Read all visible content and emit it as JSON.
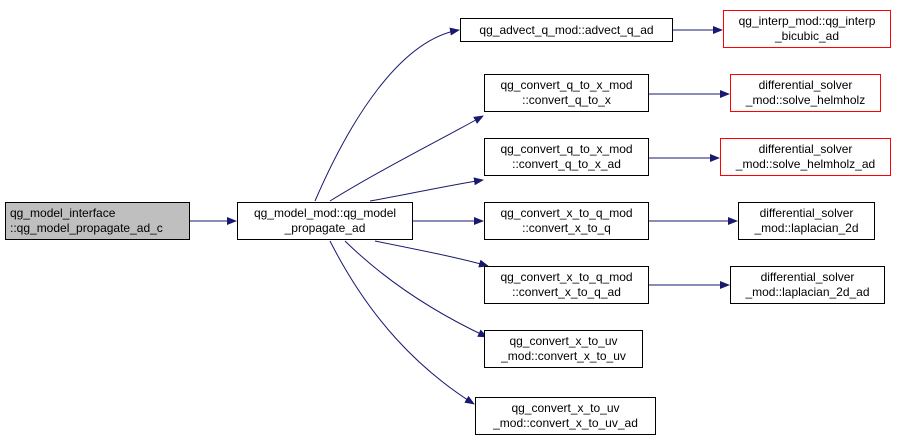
{
  "colors": {
    "edge": "#191970",
    "node_border": "#000000",
    "external_border": "#ff0000",
    "root_fill": "#bfbfbf",
    "background": "#ffffff"
  },
  "nodes": {
    "root": {
      "line1": "qg_model_interface",
      "line2": "::qg_model_propagate_ad_c"
    },
    "propagate": {
      "line1": "qg_model_mod::qg_model",
      "line2": "_propagate_ad"
    },
    "advect": {
      "line1": "qg_advect_q_mod::advect_q_ad"
    },
    "interp": {
      "line1": "qg_interp_mod::qg_interp",
      "line2": "_bicubic_ad"
    },
    "cq2x": {
      "line1": "qg_convert_q_to_x_mod",
      "line2": "::convert_q_to_x"
    },
    "helm": {
      "line1": "differential_solver",
      "line2": "_mod::solve_helmholz"
    },
    "cq2xad": {
      "line1": "qg_convert_q_to_x_mod",
      "line2": "::convert_q_to_x_ad"
    },
    "helmad": {
      "line1": "differential_solver",
      "line2": "_mod::solve_helmholz_ad"
    },
    "cx2q": {
      "line1": "qg_convert_x_to_q_mod",
      "line2": "::convert_x_to_q"
    },
    "lap": {
      "line1": "differential_solver",
      "line2": "_mod::laplacian_2d"
    },
    "cx2qad": {
      "line1": "qg_convert_x_to_q_mod",
      "line2": "::convert_x_to_q_ad"
    },
    "lapad": {
      "line1": "differential_solver",
      "line2": "_mod::laplacian_2d_ad"
    },
    "cx2uv": {
      "line1": "qg_convert_x_to_uv",
      "line2": "_mod::convert_x_to_uv"
    },
    "cx2uvad": {
      "line1": "qg_convert_x_to_uv",
      "line2": "_mod::convert_x_to_uv_ad"
    }
  }
}
